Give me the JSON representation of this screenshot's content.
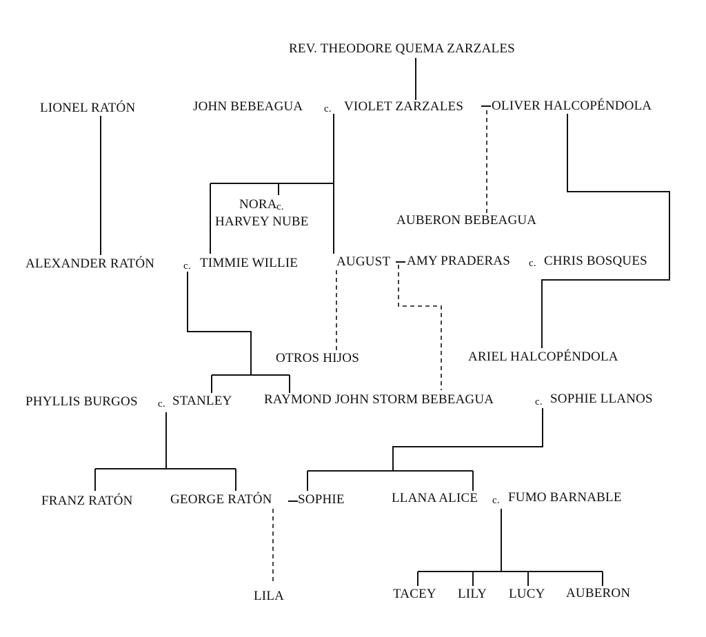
{
  "people": {
    "theodore": "REV. THEODORE QUEMA ZARZALES",
    "lionel": "LIONEL RATÓN",
    "john": "JOHN BEBEAGUA",
    "violet": "VIOLET ZARZALES",
    "oliver": "OLIVER HALCOPÉNDOLA",
    "nora": "NORA",
    "harvey": "HARVEY NUBE",
    "auberon_b": "AUBERON BEBEAGUA",
    "alexander": "ALEXANDER RATÓN",
    "timmie": "TIMMIE WILLIE",
    "august": "AUGUST",
    "amy": "AMY PRADERAS",
    "chris": "CHRIS BOSQUES",
    "otros": "OTROS HIJOS",
    "ariel": "ARIEL HALCOPÉNDOLA",
    "phyllis": "PHYLLIS BURGOS",
    "stanley": "STANLEY",
    "raymond": "RAYMOND JOHN STORM BEBEAGUA",
    "sophie_llanos": "SOPHIE LLANOS",
    "franz": "FRANZ RATÓN",
    "george": "GEORGE RATÓN",
    "sophie": "SOPHIE",
    "llana": "LLANA ALICE",
    "fumo": "FUMO BARNABLE",
    "lila": "LILA",
    "tacey": "TACEY",
    "lily": "LILY",
    "lucy": "LUCY",
    "auberon": "AUBERON"
  },
  "marriage_marker": "c.",
  "partner_dash": "–"
}
